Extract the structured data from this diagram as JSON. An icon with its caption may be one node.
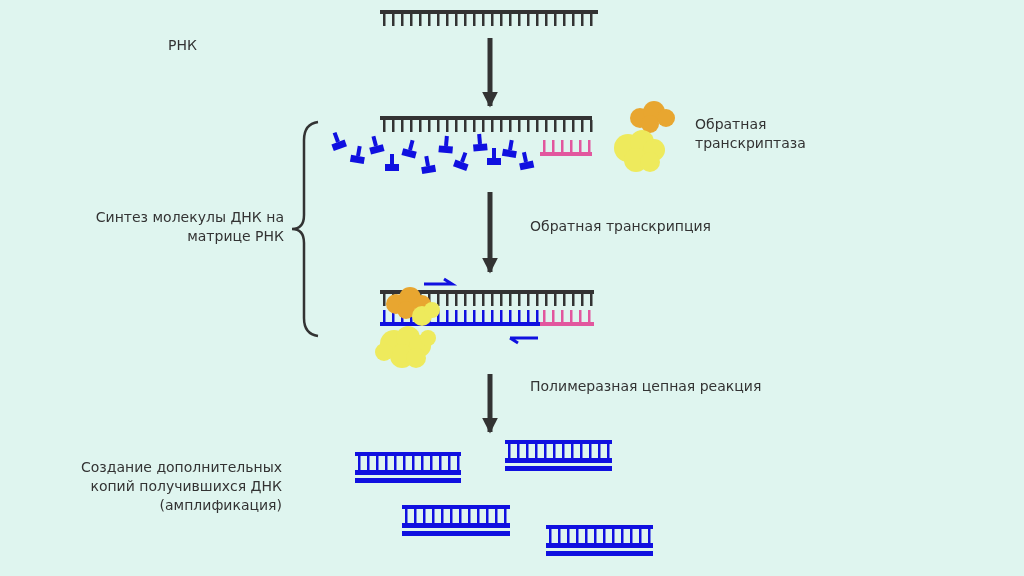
{
  "diagram": {
    "nodes": [
      {
        "text": [],
        "shape": "picture"
      },
      {
        "text": [],
        "shape": "picture"
      },
      {
        "text": [],
        "shape": "picture"
      },
      {
        "text": [],
        "shape": "picture"
      }
    ],
    "edges": [
      {
        "from": 0,
        "to": 1,
        "arrow": "to"
      },
      {
        "from": 1,
        "to": 2,
        "arrow": "to",
        "label": "Обратная транскрипция"
      },
      {
        "from": 2,
        "to": 3,
        "arrow": "to",
        "label": "Полимеразная цепная реакция"
      }
    ],
    "labels": [
      "РНК",
      "Обратная транскриптаза",
      "Синтез молекулы ДНК на матрице РНК",
      "Создание дополнительных копий получившихся ДНК (амплификация)"
    ]
  }
}
